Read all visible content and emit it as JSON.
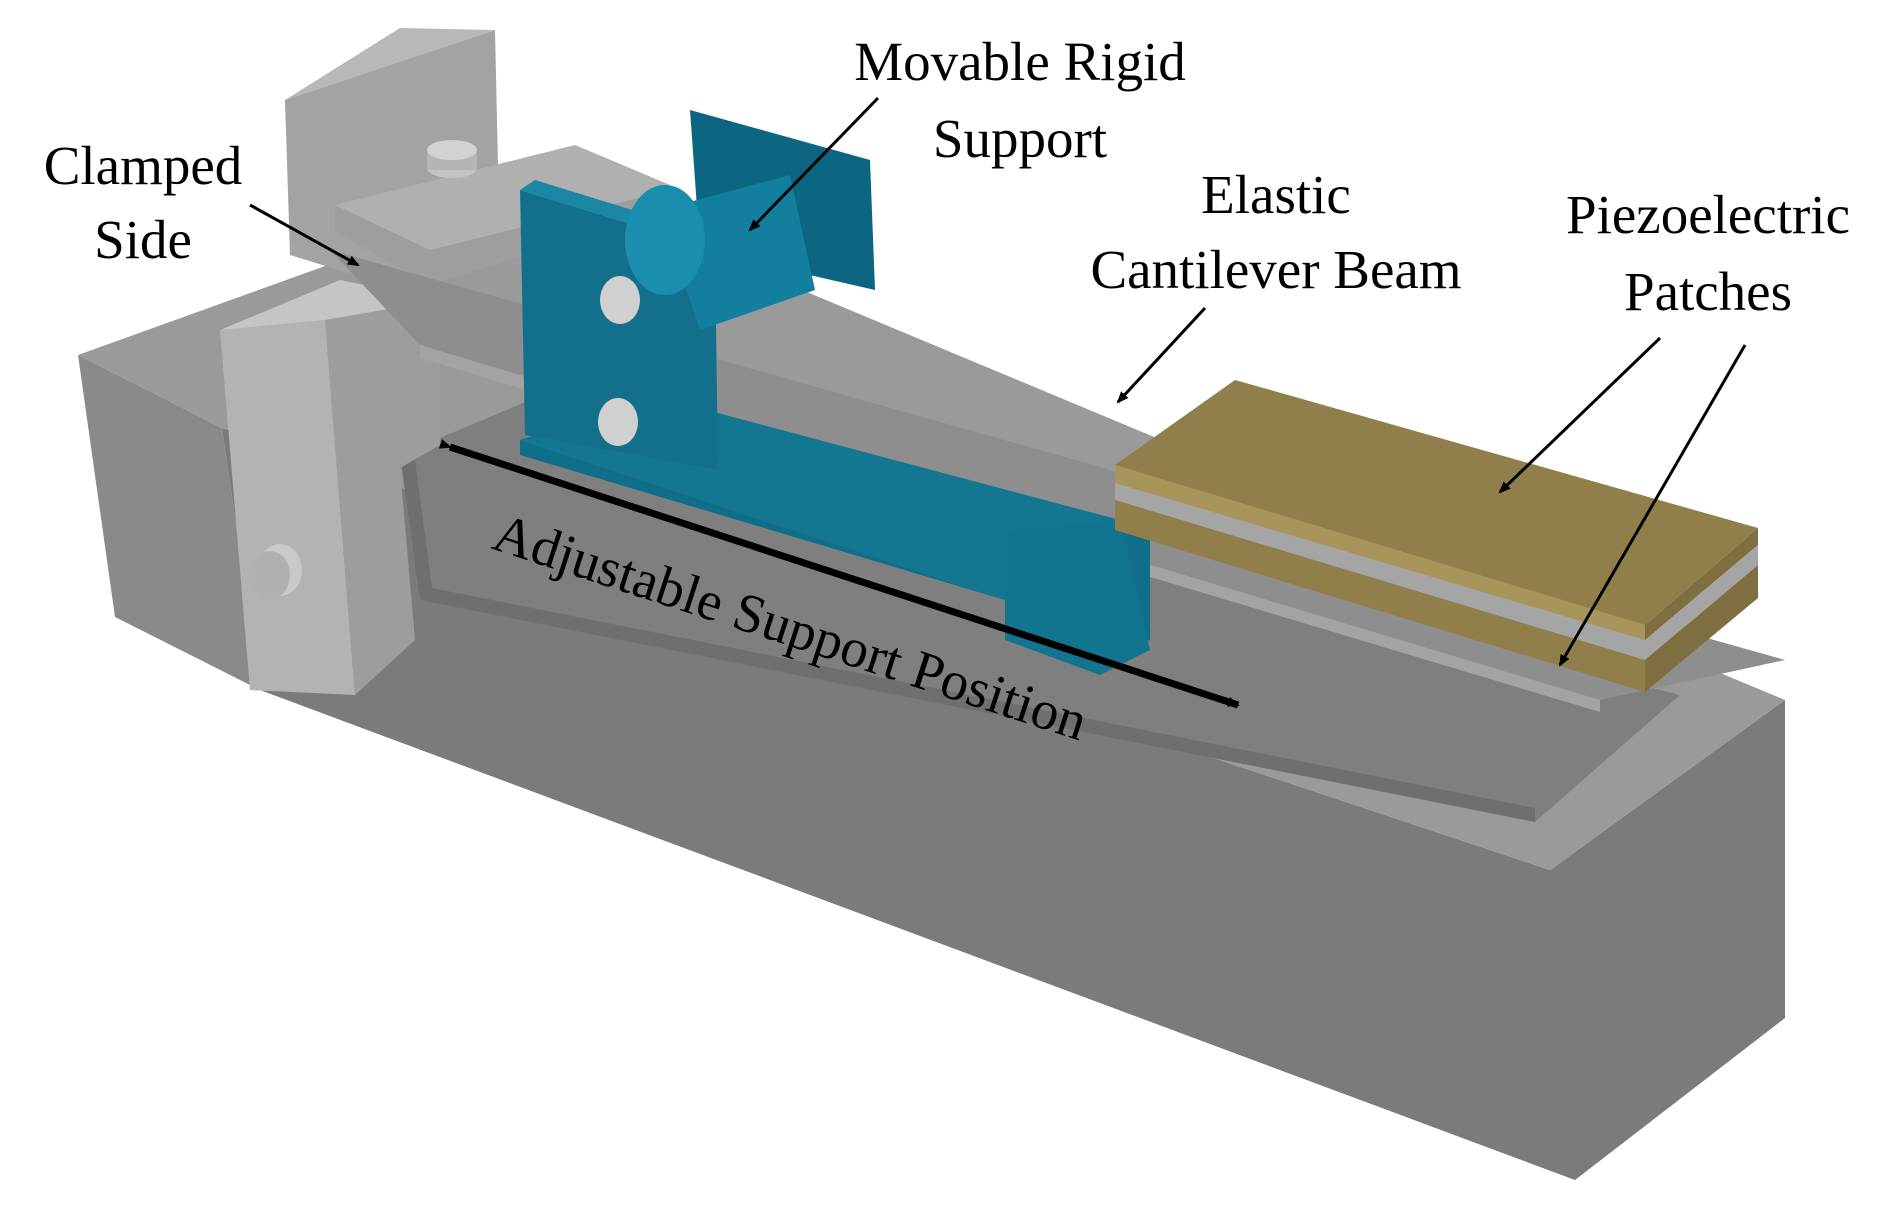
{
  "labels": {
    "clamped_side": [
      "Clamped",
      "Side"
    ],
    "movable_support": [
      "Movable Rigid",
      "Support"
    ],
    "elastic_beam": [
      "Elastic",
      "Cantilever Beam"
    ],
    "piezo_patches": [
      "Piezoelectric",
      "Patches"
    ],
    "adjustable_position": "Adjustable Support Position"
  },
  "colors": {
    "base_top": "#9a9a9a",
    "base_front": "#7b7b7b",
    "base_left": "#8a8a8a",
    "clamp": "#a9a9a9",
    "beam": "#8e8e8e",
    "support_teal": "#137792",
    "support_teal_dark": "#0c6681",
    "piezo": "#917f4b",
    "piezo_edge": "#b8a672",
    "arrow": "#000000"
  }
}
